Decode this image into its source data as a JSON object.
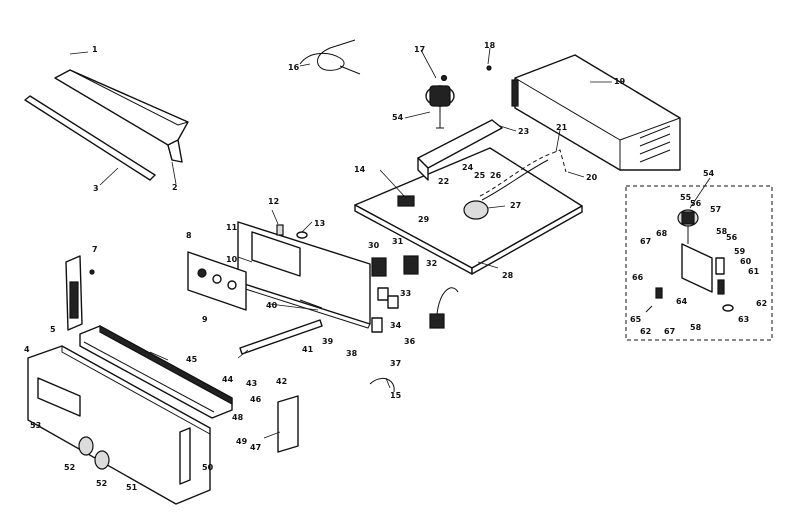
{
  "callouts": {
    "c1": "1",
    "c2": "2",
    "c3": "3",
    "c4": "4",
    "c5": "5",
    "c7": "7",
    "c8": "8",
    "c9": "9",
    "c10": "10",
    "c11": "11",
    "c12": "12",
    "c13": "13",
    "c14": "14",
    "c15": "15",
    "c16": "16",
    "c17": "17",
    "c18": "18",
    "c19": "19",
    "c20": "20",
    "c21": "21",
    "c22": "22",
    "c23": "23",
    "c24": "24",
    "c25": "25",
    "c26": "26",
    "c27": "27",
    "c28": "28",
    "c29": "29",
    "c30": "30",
    "c31": "31",
    "c32": "32",
    "c33": "33",
    "c34": "34",
    "c36": "36",
    "c37": "37",
    "c38": "38",
    "c39": "39",
    "c40": "40",
    "c41": "41",
    "c42": "42",
    "c43": "43",
    "c44": "44",
    "c45": "45",
    "c46": "46",
    "c47": "47",
    "c48": "48",
    "c49": "49",
    "c50": "50",
    "c51": "51",
    "c52": "52",
    "c53": "53",
    "c54": "54",
    "d55": "55",
    "d56": "56",
    "d57": "57",
    "d58": "58",
    "d59": "59",
    "d60": "60",
    "d61": "61",
    "d62": "62",
    "d63": "63",
    "d64": "64",
    "d65": "65",
    "d66": "66",
    "d67": "67",
    "d68": "68"
  }
}
